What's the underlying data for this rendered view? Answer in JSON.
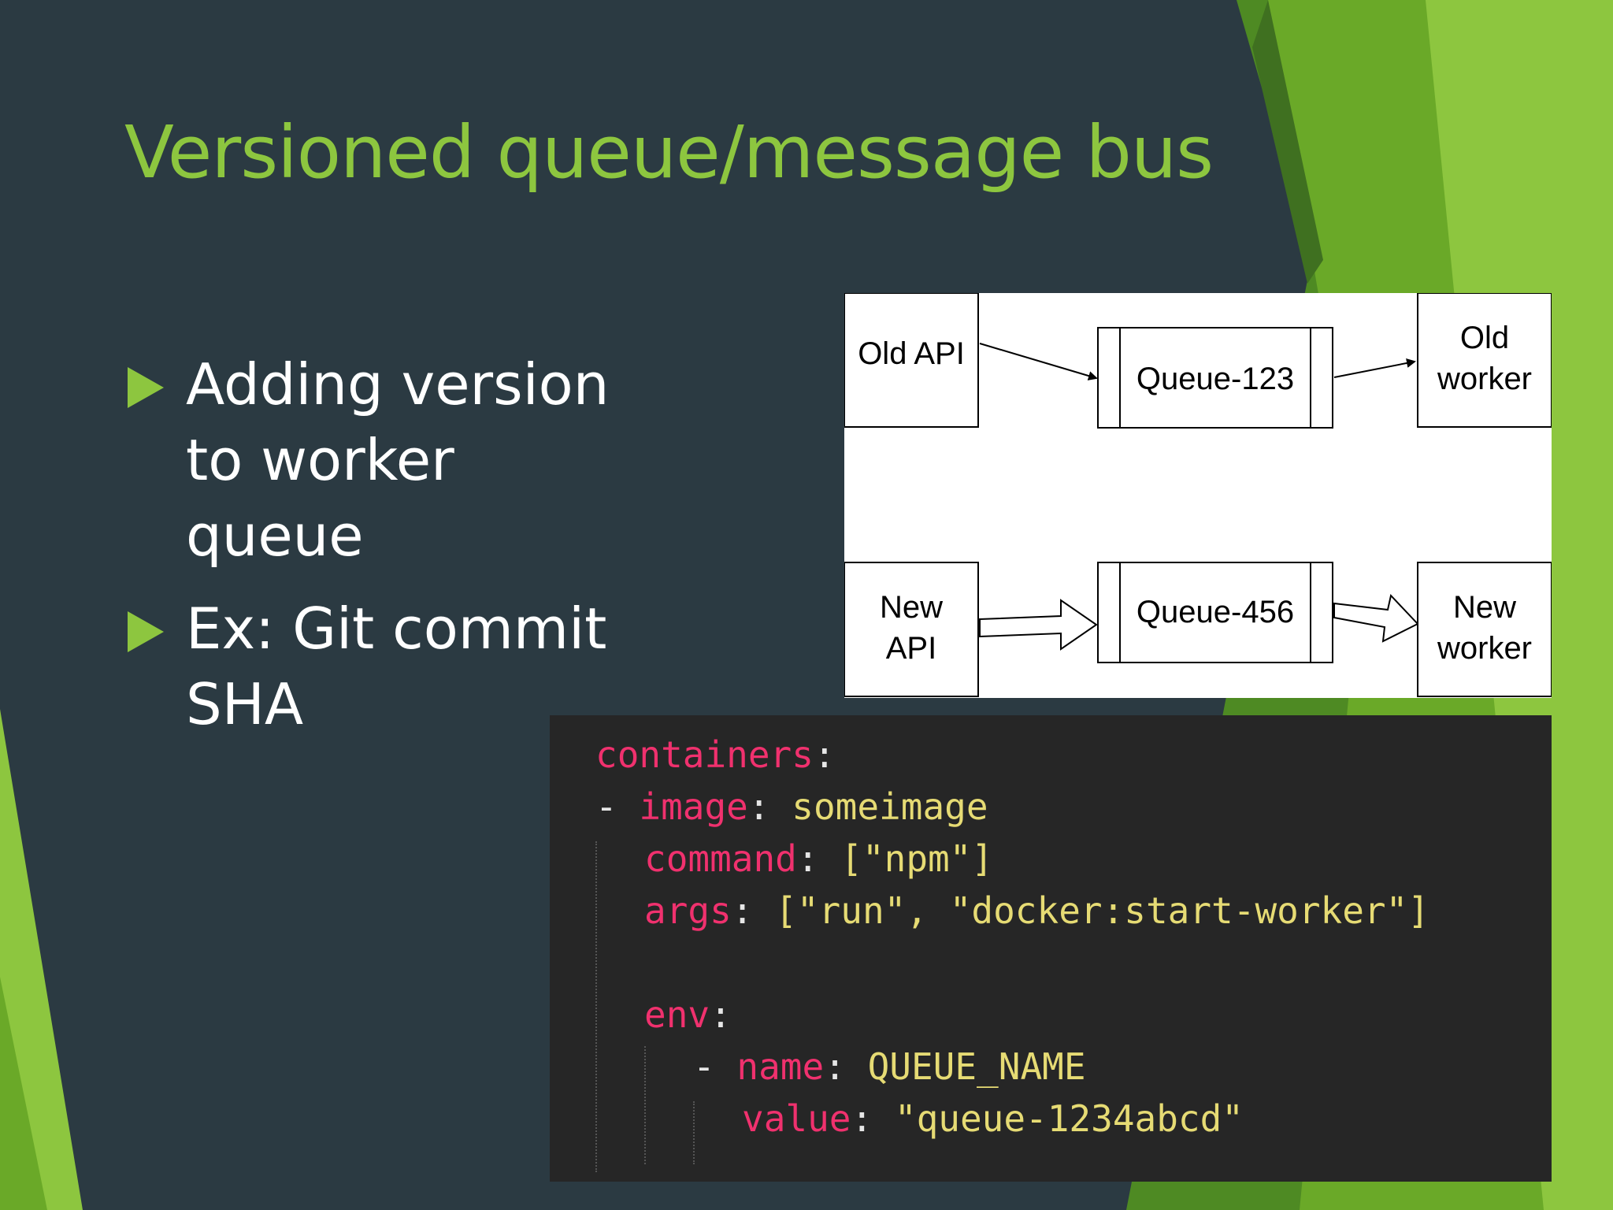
{
  "slide": {
    "title": "Versioned queue/message bus",
    "bullets": [
      {
        "lines": [
          "Adding version",
          "to worker",
          "queue"
        ]
      },
      {
        "lines": [
          "Ex: Git commit",
          "SHA"
        ]
      }
    ]
  },
  "diagram": {
    "row1": {
      "source": [
        "Old API"
      ],
      "queue": "Queue-123",
      "target": [
        "Old",
        "worker"
      ]
    },
    "row2": {
      "source": [
        "New",
        "API"
      ],
      "queue": "Queue-456",
      "target": [
        "New",
        "worker"
      ]
    }
  },
  "code": {
    "containers_key": "containers",
    "dash": "-",
    "image_key": "image",
    "image_value": "someimage",
    "command_key": "command",
    "command_value": "[\"npm\"]",
    "args_key": "args",
    "args_value": "[\"run\", \"docker:start-worker\"]",
    "env_key": "env",
    "name_key": "name",
    "name_value": "QUEUE_NAME",
    "value_key": "value",
    "value_value": "\"queue-1234abcd\""
  },
  "colors": {
    "background": "#2b3a42",
    "accent_green": "#8dc63f",
    "code_background": "#262626",
    "code_key": "#f0316e",
    "code_string": "#e6db74"
  }
}
